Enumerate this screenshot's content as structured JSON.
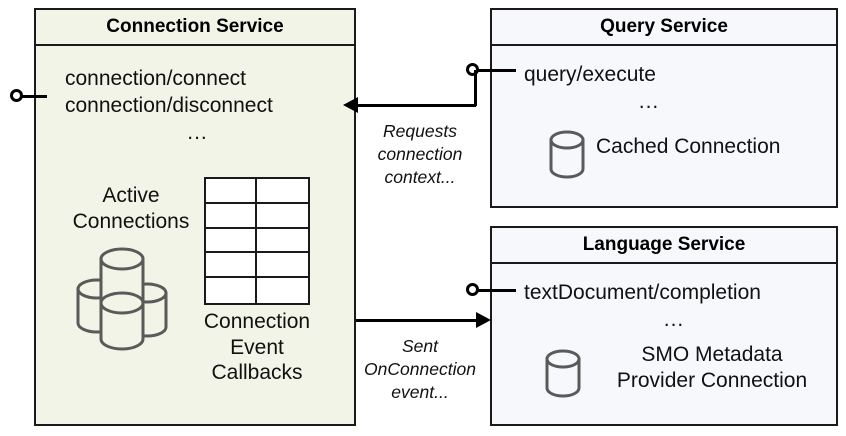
{
  "diagram": {
    "components": [
      {
        "id": "connection-service",
        "title": "Connection Service",
        "fill": "#f2f4e7",
        "interfaces": [
          "connection/connect",
          "connection/disconnect"
        ],
        "ellipsis": "...",
        "artifacts": [
          {
            "name": "active-connections",
            "label_lines": [
              "Active",
              "Connections"
            ],
            "icon": "cylinder-cluster-icon"
          },
          {
            "name": "connection-event-callbacks",
            "label_lines": [
              "Connection",
              "Event",
              "Callbacks"
            ],
            "icon": "table-grid-icon"
          }
        ]
      },
      {
        "id": "query-service",
        "title": "Query Service",
        "fill": "#f7f8fb",
        "interfaces": [
          "query/execute"
        ],
        "ellipsis": "...",
        "artifacts": [
          {
            "name": "cached-connection",
            "label_lines": [
              "Cached Connection"
            ],
            "icon": "cylinder-icon"
          }
        ]
      },
      {
        "id": "language-service",
        "title": "Language Service",
        "fill": "#f7f8fb",
        "interfaces": [
          "textDocument/completion"
        ],
        "ellipsis": "...",
        "artifacts": [
          {
            "name": "smo-metadata-provider-connection",
            "label_lines": [
              "SMO Metadata",
              "Provider Connection"
            ],
            "icon": "cylinder-icon"
          }
        ]
      }
    ],
    "connectors": [
      {
        "id": "requests-connection-context",
        "from": "query-service",
        "to": "connection-service",
        "direction": "left",
        "label_lines": [
          "Requests",
          "connection",
          "context..."
        ]
      },
      {
        "id": "sent-onconnection-event",
        "from": "connection-service",
        "to": "language-service",
        "direction": "right",
        "label_lines": [
          "Sent",
          "OnConnection",
          "event..."
        ]
      }
    ],
    "colors": {
      "stroke": "#1a1a1a",
      "connection_service_fill": "#f2f4e7",
      "service_fill": "#f7f8fb",
      "cylinder_stroke": "#5a5a5a",
      "background": "#ffffff"
    }
  }
}
